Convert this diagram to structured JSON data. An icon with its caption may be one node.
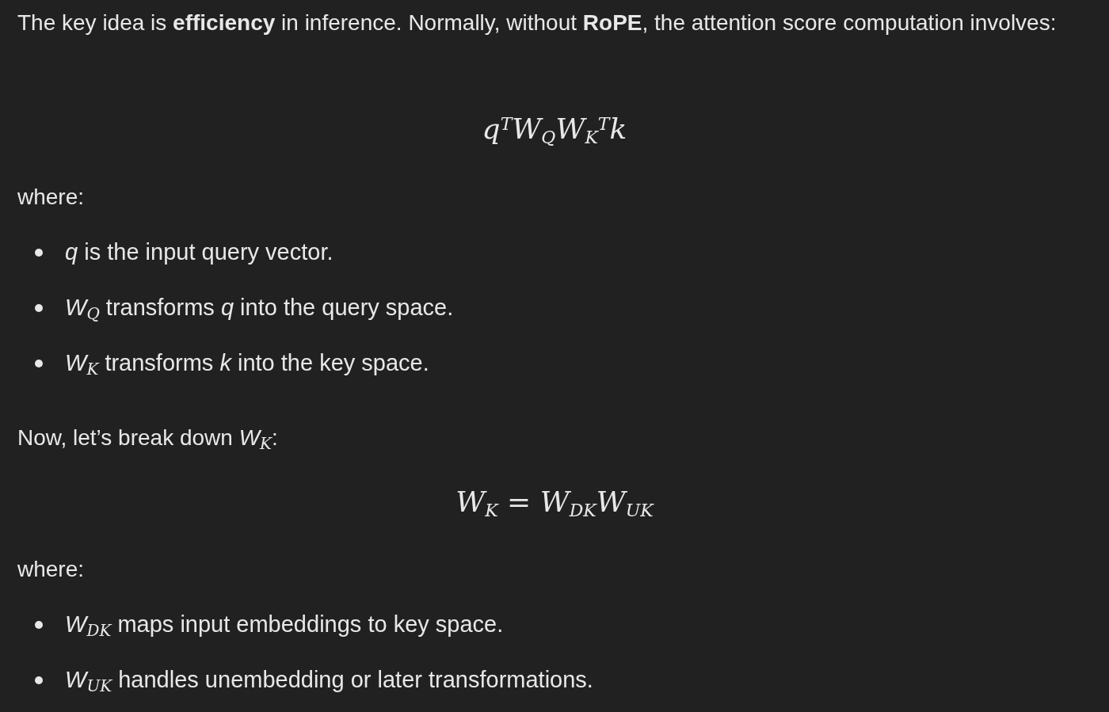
{
  "diagram": {
    "labels": [
      "The key idea is **efficiency** in inference. Normally, without **RoPE**, the attention score computation involves:",
      "q$^{T}$W$_{Q}$W$_{K}$$^{T}$k",
      "where:",
      "*q* is the input query vector.",
      "*W*$_{Q}$ transforms *q* into the query space.",
      "*W*$_{K}$ transforms *k* into the key space.",
      "Now, let’s break down *W*$_{K}$:",
      "W$_{K}$ = W$_{DK}$W$_{UK}$",
      "where:",
      "*W*$_{DK}$ maps input embeddings to key space.",
      "*W*$_{UK}$ handles unembedding or later transformations."
    ]
  }
}
